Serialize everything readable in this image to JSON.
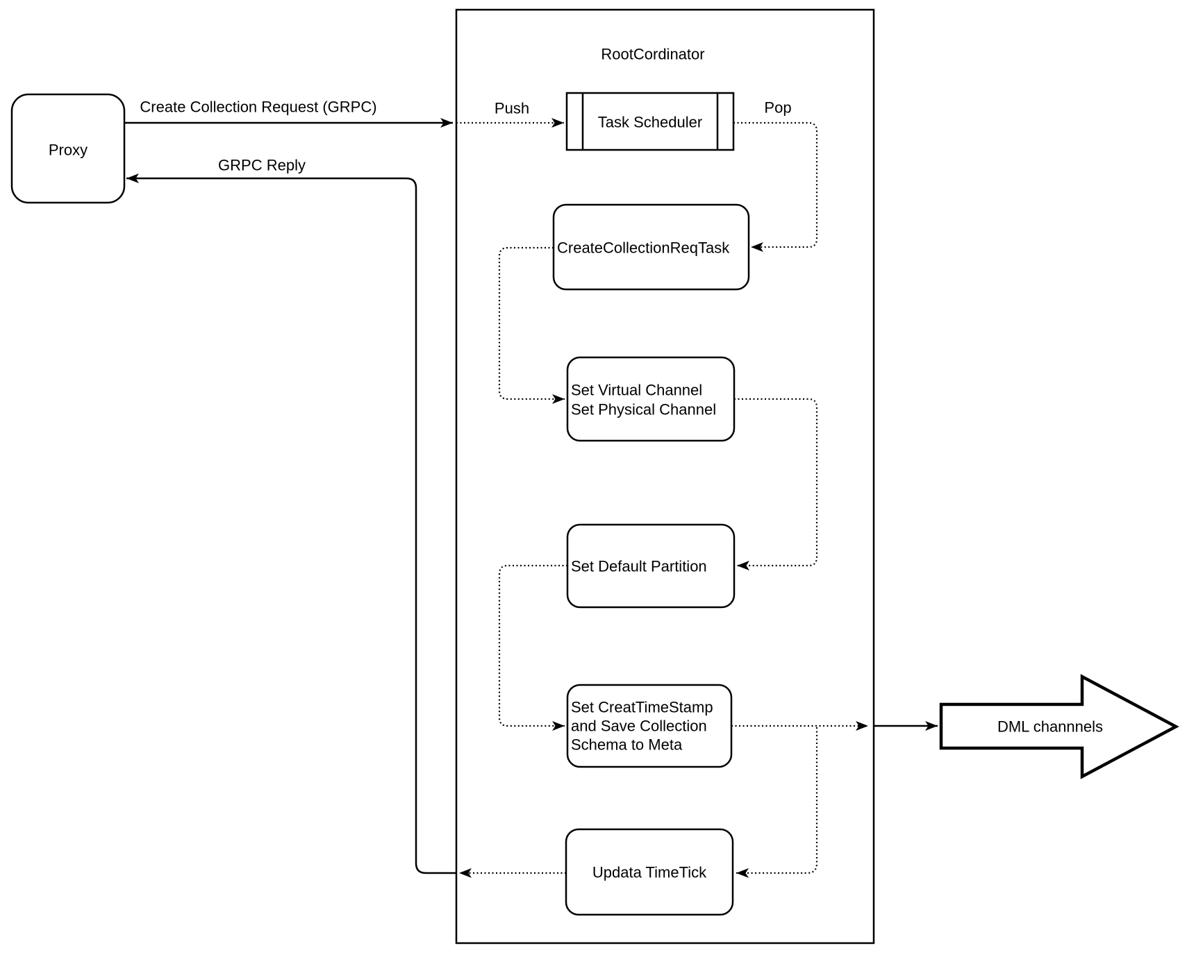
{
  "diagram": {
    "colors": {
      "stroke": "#000000",
      "background": "#ffffff"
    },
    "proxy": {
      "label": "Proxy"
    },
    "root": {
      "title": "RootCordinator"
    },
    "nodes": {
      "task_scheduler": {
        "label": "Task Scheduler"
      },
      "create_collection_req_task": {
        "label": "CreateCollectionReqTask"
      },
      "set_channels": {
        "line1": "Set Virtual Channel",
        "line2": "Set Physical Channel"
      },
      "set_default_partition": {
        "label": "Set Default Partition"
      },
      "set_create_timestamp": {
        "line1": "Set CreatTimeStamp",
        "line2": "and Save Collection",
        "line3": "Schema to Meta"
      },
      "updata_timetick": {
        "label": "Updata TimeTick"
      }
    },
    "edges": {
      "create_collection_request": {
        "label": "Create Collection Request (GRPC)"
      },
      "grpc_reply": {
        "label": "GRPC Reply"
      },
      "push": {
        "label": "Push"
      },
      "pop": {
        "label": "Pop"
      }
    },
    "dml_channels": {
      "label": "DML channnels"
    }
  }
}
